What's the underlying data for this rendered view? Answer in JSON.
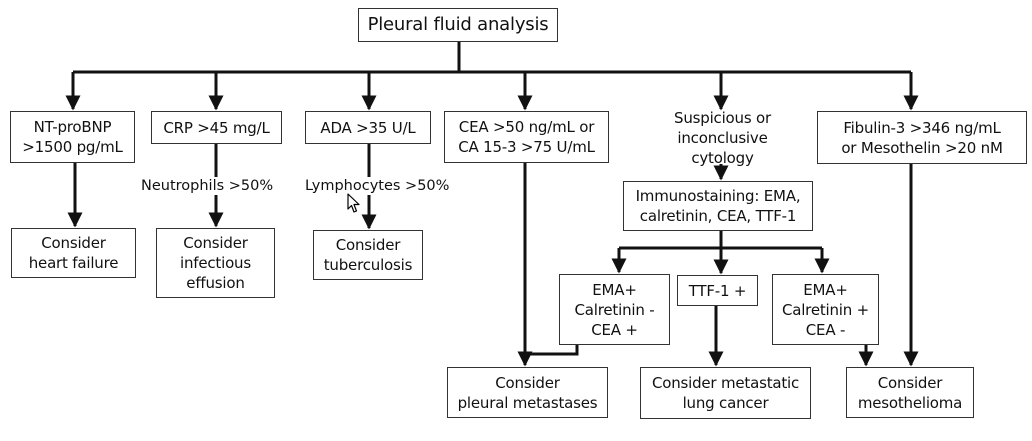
{
  "title": "Pleural fluid analysis",
  "tests": {
    "ntprobnp": "NT-proBNP\n>1500 pg/mL",
    "crp": "CRP >45 mg/L",
    "ada": "ADA >35 U/L",
    "cea": "CEA >50 ng/mL or\nCA 15-3 >75 U/mL",
    "cytology": "Suspicious or\ninconclusive cytology",
    "fibulin": "Fibulin-3 >346 ng/mL\nor Mesothelin >20 nM"
  },
  "criteria": {
    "neutrophils": "Neutrophils >50%",
    "lymphocytes": "Lymphocytes >50%"
  },
  "immunostaining": "Immunostaining: EMA,\ncalretinin, CEA, TTF-1",
  "stains": {
    "ema_cea_pos": "EMA+\nCalretinin -\nCEA +",
    "ttf1": "TTF-1 +",
    "ema_calret_pos": "EMA+\nCalretinin +\nCEA -"
  },
  "outcomes": {
    "heart_failure": "Consider\nheart failure",
    "infectious": "Consider\ninfectious\neffusion",
    "tuberculosis": "Consider\ntuberculosis",
    "pleural_metastases": "Consider\npleural metastases",
    "lung_cancer": "Consider metastatic\nlung cancer",
    "mesothelioma": "Consider\nmesothelioma"
  }
}
